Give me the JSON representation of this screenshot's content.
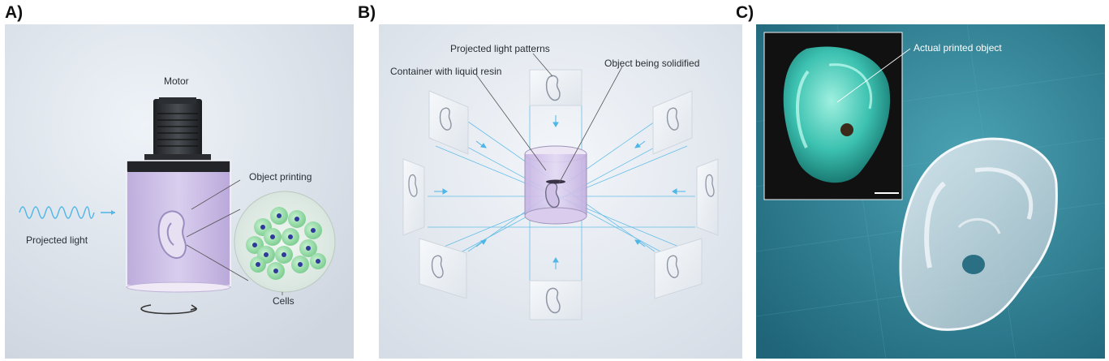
{
  "panels": {
    "a": {
      "letter": "A)",
      "labels": {
        "motor": "Motor",
        "object_printing": "Object printing",
        "projected_light": "Projected light",
        "cells": "Cells"
      }
    },
    "b": {
      "letter": "B)",
      "labels": {
        "projected_light_patterns": "Projected light patterns",
        "container_with_liquid_resin": "Container with liquid resin",
        "object_being_solidified": "Object being solidified"
      }
    },
    "c": {
      "letter": "C)",
      "labels": {
        "actual_printed_object": "Actual printed object"
      }
    }
  },
  "colors": {
    "panel_bg_a": "#dfe4ec",
    "panel_bg_b": "#e6ebf1",
    "resin_purple": "#c9b6e4",
    "light_blue": "#4fb6e6",
    "teal_surface": "#2f7f93",
    "cell_green": "#8ddc9e",
    "cell_nucleus": "#2f3a9a"
  },
  "icons": [
    "rotation-arrow-icon",
    "light-wave-icon"
  ]
}
